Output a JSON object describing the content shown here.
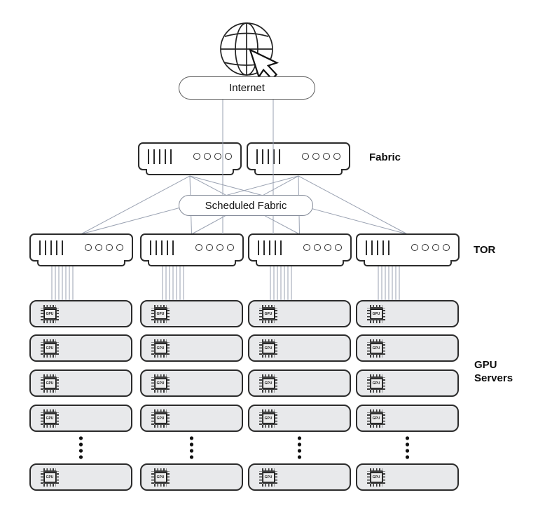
{
  "internet": {
    "label": "Internet"
  },
  "scheduled_fabric": {
    "label": "Scheduled Fabric"
  },
  "layer_labels": {
    "fabric": "Fabric",
    "tor": "TOR",
    "gpu_line1": "GPU",
    "gpu_line2": "Servers"
  },
  "gpu_server": {
    "chip_label": "GPU"
  },
  "topology": {
    "fabric_switch_count": 2,
    "tor_switch_count": 4,
    "server_columns": 4,
    "server_rows_visible": 5,
    "ellipsis_dots_per_column": 4,
    "links_per_tor_bundle": 7
  },
  "colors": {
    "mesh_line": "#9aa2b2",
    "node_border": "#2b2b2b",
    "server_fill": "#e8e9eb",
    "dot": "#111111",
    "text": "#111111"
  }
}
